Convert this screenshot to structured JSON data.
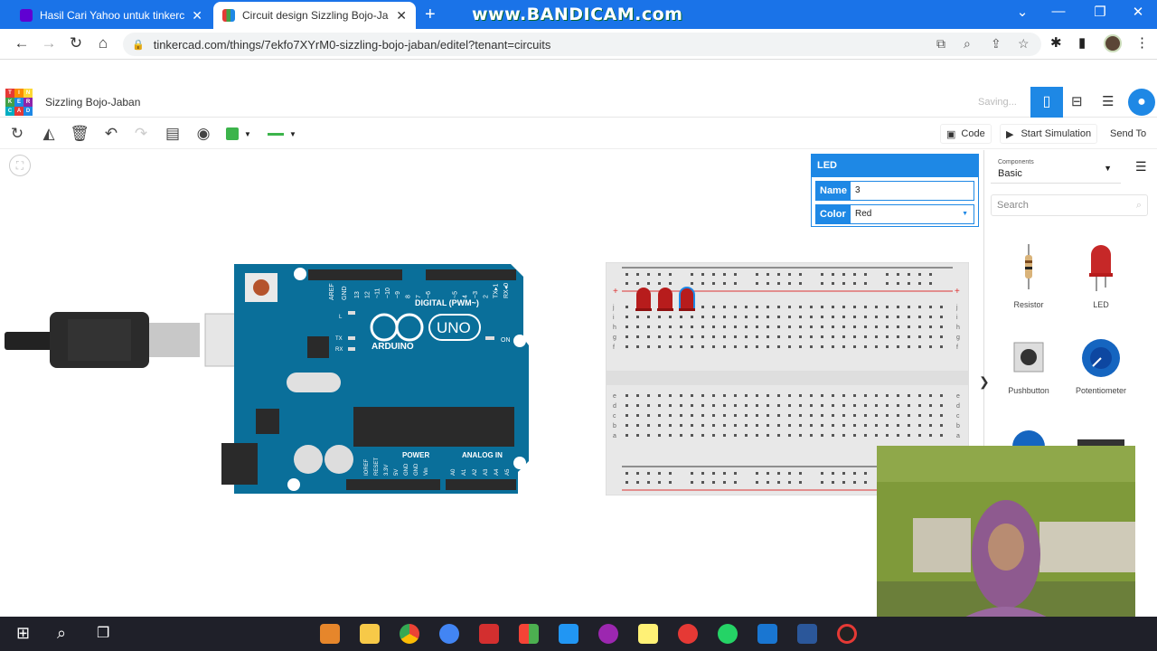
{
  "browser": {
    "tabs": [
      {
        "title": "Hasil Cari Yahoo untuk tinkercad",
        "active": false
      },
      {
        "title": "Circuit design Sizzling Bojo-Jaban | Tinkercad",
        "active": true
      }
    ],
    "watermark": "www.BANDICAM.com",
    "url": "tinkercad.com/things/7ekfo7XYrM0-sizzling-bojo-jaban/editel?tenant=circuits"
  },
  "header": {
    "logo_letters": [
      "T",
      "I",
      "N",
      "K",
      "E",
      "R",
      "C",
      "A",
      "D"
    ],
    "project_title": "Sizzling Bojo-Jaban",
    "saving": "Saving..."
  },
  "toolbar": {
    "code": "Code",
    "start_simulation": "Start Simulation",
    "send_to": "Send To"
  },
  "inspector": {
    "title": "LED",
    "name_label": "Name",
    "name_value": "3",
    "color_label": "Color",
    "color_value": "Red"
  },
  "panel": {
    "components_label": "Components",
    "components_value": "Basic",
    "search_placeholder": "Search",
    "parts": [
      {
        "label": "Resistor"
      },
      {
        "label": "LED"
      },
      {
        "label": "Pushbutton"
      },
      {
        "label": "Potentiometer"
      }
    ]
  },
  "arduino": {
    "aref": "AREF",
    "gnd": "GND",
    "digital_label": "DIGITAL (PWM~)",
    "digital_pins": [
      "13",
      "12",
      "~11",
      "~10",
      "~9",
      "8",
      "7",
      "~6",
      "~5",
      "4",
      "~3",
      "2",
      "TX▸1",
      "RX◂0"
    ],
    "brand": "ARDUINO",
    "model": "UNO",
    "on_label": "ON",
    "l_label": "L",
    "tx_label": "TX",
    "rx_label": "RX",
    "power_label": "POWER",
    "analog_label": "ANALOG IN",
    "power_pins": [
      "IOREF",
      "RESET",
      "3.3V",
      "5V",
      "GND",
      "GND",
      "Vin"
    ],
    "analog_pins": [
      "A0",
      "A1",
      "A2",
      "A3",
      "A4",
      "A5"
    ]
  },
  "breadboard": {
    "columns": 30,
    "row_letters_top": [
      "a",
      "b",
      "c",
      "d",
      "e"
    ],
    "row_letters_bottom": [
      "f",
      "g",
      "h",
      "i",
      "j"
    ],
    "leds": 3,
    "led_color": "#b71c1c"
  },
  "colors": {
    "tinkercad_blue": "#1e88e5",
    "arduino_teal": "#0a6f9a",
    "chrome_blue": "#1a73e8"
  }
}
